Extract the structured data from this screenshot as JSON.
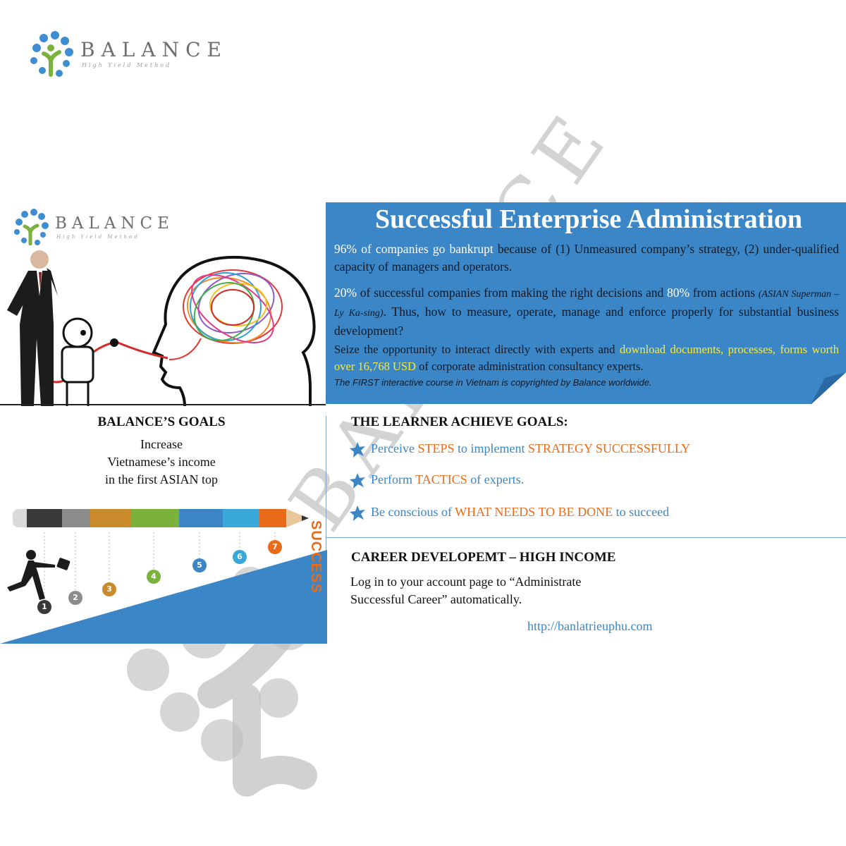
{
  "logo_top": {
    "name": "BALANCE",
    "tagline": "High Yield Method"
  },
  "logo_panel": {
    "name": "BALANCE",
    "tagline": "High Yield Method"
  },
  "banner": {
    "title": "Successful Enterprise Administration",
    "p1_highlight": "96% of companies go bankrupt",
    "p1_rest": " because of (1) Unmeasured company’s strategy, (2) under-qualified capacity of managers and operators.",
    "p2_a": "20%",
    "p2_b": " of successful companies from making the right decisions and ",
    "p2_c": "80%",
    "p2_d": " from actions ",
    "p2_e": "(ASIAN Superman – Ly Ka-sing)",
    "p2_f": ". Thus, how to measure, operate, manage and enforce properly for substantial business development?",
    "p3_a": "Seize the opportunity to interact directly with experts and ",
    "p3_b": "download documents, processes, forms worth over 16,768 USD",
    "p3_c": " of corporate administration consultancy experts.",
    "p4": "The FIRST interactive course in Vietnam is copyrighted by Balance worldwide."
  },
  "left_goals": {
    "heading": "BALANCE’S GOALS",
    "line1": "Increase",
    "line2": "Vietnamese’s income",
    "line3": "in the first ASIAN top"
  },
  "learner_goals": {
    "heading": "THE LEARNER ACHIEVE GOALS:",
    "item1_a": "Perceive ",
    "item1_b": "STEPS",
    "item1_c": " to implement ",
    "item1_d": "STRATEGY SUCCESSFULLY",
    "item2_a": "Perform ",
    "item2_b": "TACTICS",
    "item2_c": " of experts.",
    "item3_a": "Be conscious of ",
    "item3_b": "WHAT NEEDS TO BE DONE",
    "item3_c": " to succeed"
  },
  "career": {
    "heading": "CAREER DEVELOPEMT – HIGH INCOME",
    "line1": "Log in to your account page to “Administrate",
    "line2": "Successful Career” automatically.",
    "link": "http://banlatrieuphu.com"
  },
  "success_word": "SUCCESS",
  "steps": [
    "1",
    "2",
    "3",
    "4",
    "5",
    "6",
    "7"
  ],
  "timeline_colors": [
    "#3a3a3a",
    "#8c8c8c",
    "#c98a2b",
    "#7bb23c",
    "#3c86c5",
    "#39a8d8",
    "#e96b1a"
  ],
  "watermark_text": "BALANCE"
}
